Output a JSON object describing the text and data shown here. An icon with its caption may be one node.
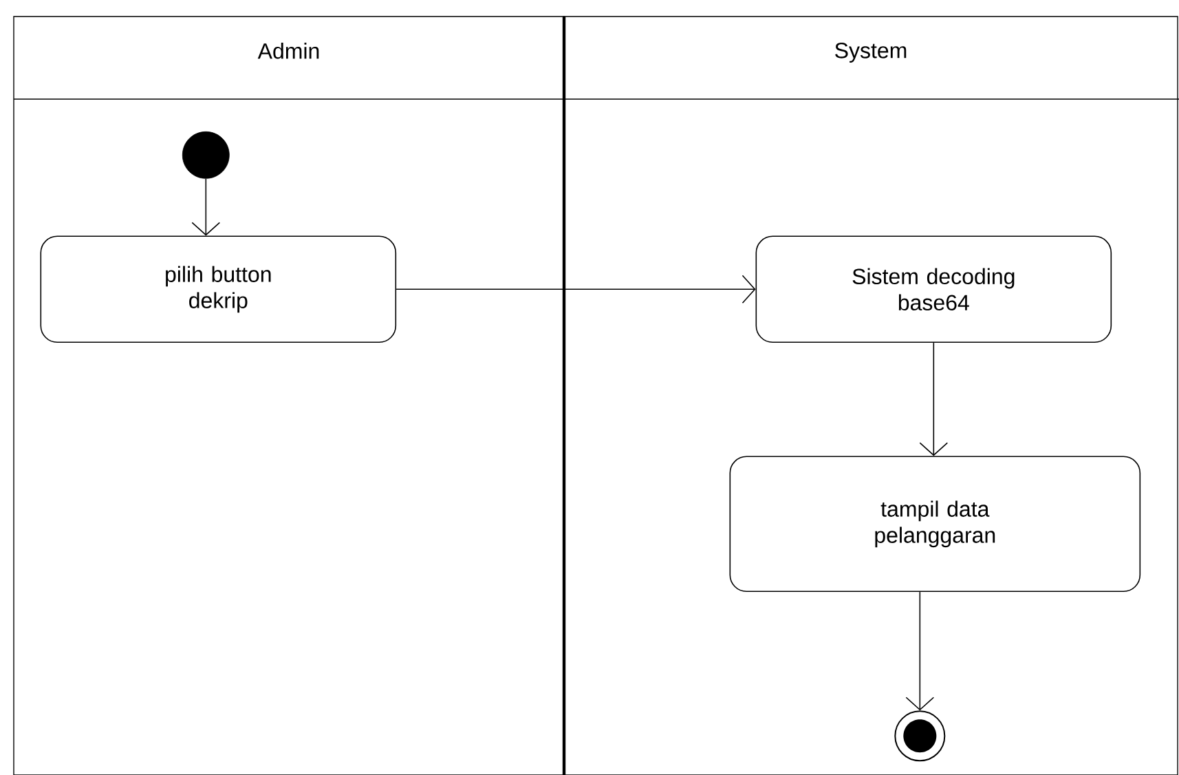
{
  "diagram": {
    "nodes": [
      {
        "text": [
          "Admin"
        ]
      },
      {
        "text": [
          "System"
        ]
      },
      {
        "text": [],
        "shape": "circle",
        "in": 0
      },
      {
        "text": [
          "pilih button dekrip"
        ],
        "in": 0
      },
      {
        "text": [
          "Sistem decoding base64"
        ],
        "in": 1
      },
      {
        "text": [
          "tampil data pelanggaran"
        ],
        "in": 1
      },
      {
        "text": [],
        "shape": "circle",
        "in": 1
      }
    ],
    "edges": [
      {
        "from": 2,
        "to": 3,
        "arrow": "to"
      },
      {
        "from": 3,
        "to": 4,
        "arrow": "to"
      },
      {
        "from": 4,
        "to": 5,
        "arrow": "to"
      },
      {
        "from": 5,
        "to": 6,
        "arrow": "to"
      }
    ]
  }
}
